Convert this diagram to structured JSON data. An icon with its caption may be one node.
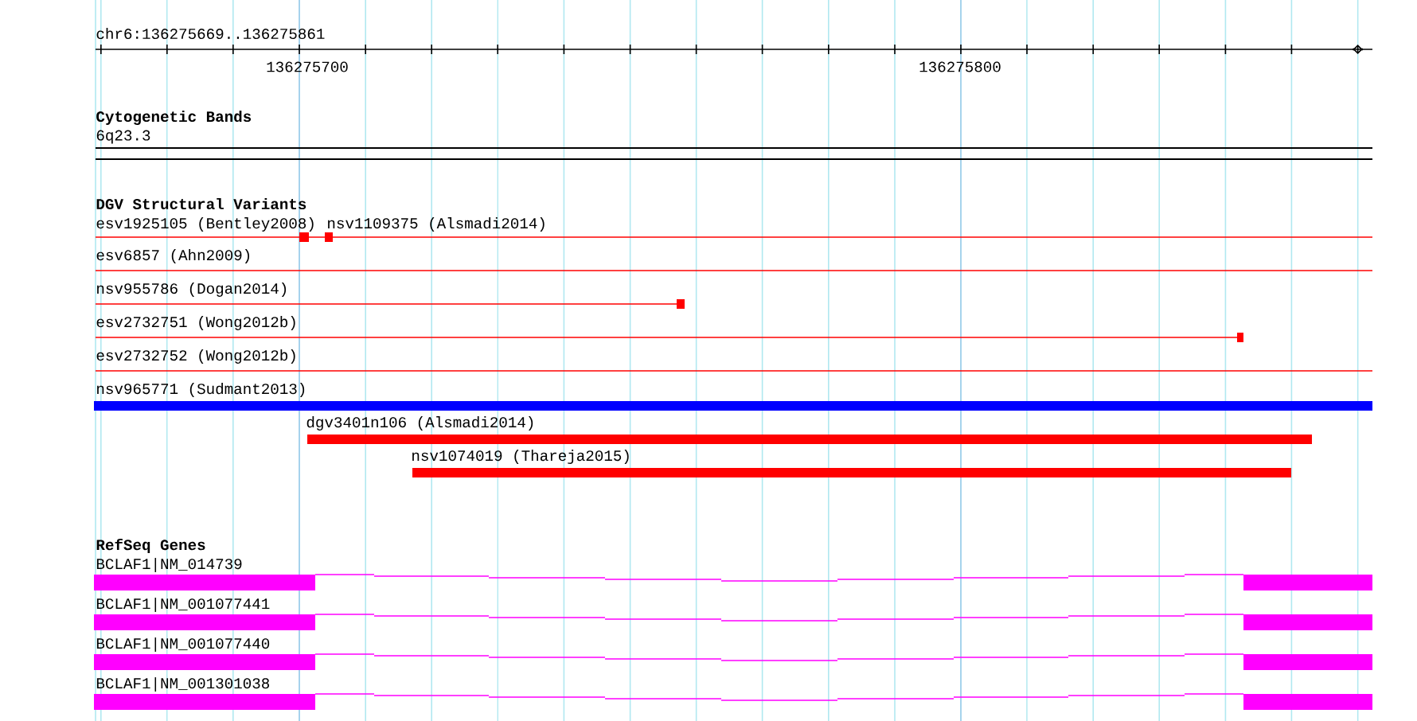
{
  "diagram": {
    "labels": [
      "chr6:136275669..136275861",
      "136275700",
      "136275800",
      "Cytogenetic Bands",
      "6q23.3",
      "DGV Structural Variants",
      "esv1925105 (Bentley2008)",
      "nsv1109375 (Alsmadi2014)",
      "esv6857 (Ahn2009)",
      "nsv955786 (Dogan2014)",
      "esv2732751 (Wong2012b)",
      "esv2732752 (Wong2012b)",
      "nsv965771 (Sudmant2013)",
      "dgv3401n106 (Alsmadi2014)",
      "nsv1074019 (Thareja2015)",
      "RefSeq Genes",
      "BCLAF1|NM_014739",
      "BCLAF1|NM_001077441",
      "BCLAF1|NM_001077440",
      "BCLAF1|NM_001301038"
    ]
  }
}
